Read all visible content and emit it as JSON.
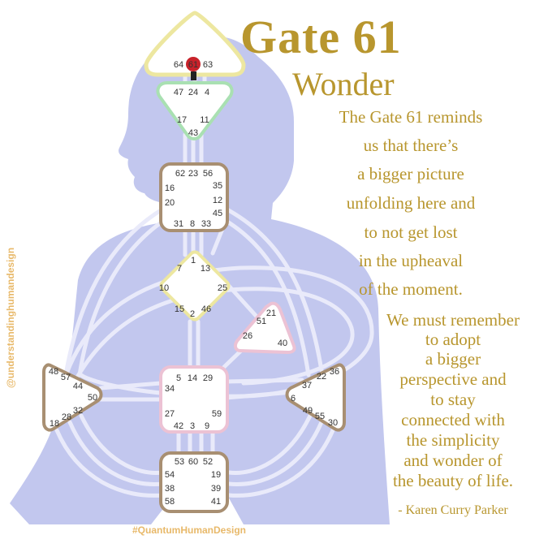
{
  "title": "Gate 61",
  "subtitle": "Wonder",
  "quote_lines": [
    "The Gate 61 reminds",
    "us that there’s",
    "a bigger picture",
    "unfolding here and",
    "to not get lost",
    "in the upheaval",
    "of the moment."
  ],
  "quote2_lines": [
    "We must remember",
    "to adopt",
    "a bigger",
    "perspective and",
    "to stay",
    "connected with",
    "the simplicity",
    "and wonder of",
    "the beauty of life."
  ],
  "attribution": "- Karen Curry Parker",
  "hashtag_left": "@understandinghumandesign",
  "hashtag_bottom": "#QuantumHumanDesign",
  "highlighted_gate": "61",
  "colors": {
    "body": "#c2c7ee",
    "channel": "#e9eafa",
    "gold": "#b8962e",
    "head_border": "#ede7a0",
    "ajna_border": "#a9e0b2",
    "ego_border": "#ecc2d4",
    "center_border": "#a88f72",
    "highlight": "#c8222a"
  },
  "centers": {
    "head": [
      "64",
      "61",
      "63"
    ],
    "ajna": [
      "47",
      "24",
      "4",
      "17",
      "11",
      "43"
    ],
    "throat": [
      "62",
      "23",
      "56",
      "16",
      "35",
      "12",
      "20",
      "45",
      "31",
      "8",
      "33"
    ],
    "g": [
      "1",
      "7",
      "13",
      "10",
      "25",
      "15",
      "2",
      "46"
    ],
    "ego": [
      "21",
      "51",
      "26",
      "40"
    ],
    "spleen": [
      "48",
      "57",
      "44",
      "50",
      "32",
      "28",
      "18"
    ],
    "solar": [
      "36",
      "22",
      "37",
      "6",
      "49",
      "55",
      "30"
    ],
    "sacral": [
      "5",
      "14",
      "29",
      "34",
      "27",
      "59",
      "42",
      "3",
      "9"
    ],
    "root": [
      "53",
      "60",
      "52",
      "54",
      "19",
      "38",
      "39",
      "58",
      "41"
    ]
  }
}
